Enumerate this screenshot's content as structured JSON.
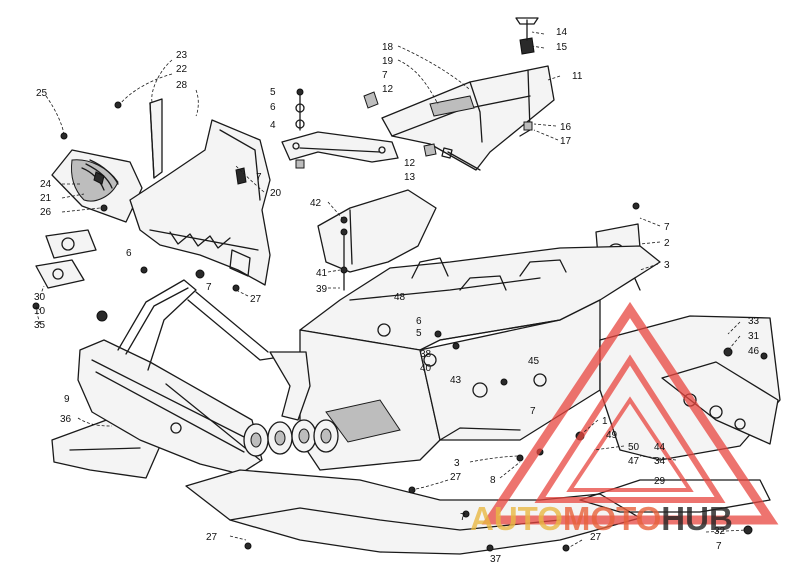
{
  "callouts": [
    {
      "id": "c23",
      "text": "23"
    },
    {
      "id": "c22",
      "text": "22"
    },
    {
      "id": "c28",
      "text": "28"
    },
    {
      "id": "c25",
      "text": "25"
    },
    {
      "id": "c24",
      "text": "24"
    },
    {
      "id": "c21",
      "text": "21"
    },
    {
      "id": "c26",
      "text": "26"
    },
    {
      "id": "c20",
      "text": "20"
    },
    {
      "id": "c18",
      "text": "18"
    },
    {
      "id": "c19",
      "text": "19"
    },
    {
      "id": "c7a",
      "text": "7"
    },
    {
      "id": "c12a",
      "text": "12"
    },
    {
      "id": "c14",
      "text": "14"
    },
    {
      "id": "c15",
      "text": "15"
    },
    {
      "id": "c11",
      "text": "11"
    },
    {
      "id": "c16",
      "text": "16"
    },
    {
      "id": "c17",
      "text": "17"
    },
    {
      "id": "c12b",
      "text": "12"
    },
    {
      "id": "c13",
      "text": "13"
    },
    {
      "id": "c5a",
      "text": "5"
    },
    {
      "id": "c6a",
      "text": "6"
    },
    {
      "id": "c4",
      "text": "4"
    },
    {
      "id": "c7b",
      "text": "7"
    },
    {
      "id": "c42",
      "text": "42"
    },
    {
      "id": "c41",
      "text": "41"
    },
    {
      "id": "c39",
      "text": "39"
    },
    {
      "id": "c7c",
      "text": "7"
    },
    {
      "id": "c2",
      "text": "2"
    },
    {
      "id": "c3a",
      "text": "3"
    },
    {
      "id": "c6b",
      "text": "6"
    },
    {
      "id": "c7d",
      "text": "7"
    },
    {
      "id": "c27a",
      "text": "27"
    },
    {
      "id": "c30",
      "text": "30"
    },
    {
      "id": "c10",
      "text": "10"
    },
    {
      "id": "c35",
      "text": "35"
    },
    {
      "id": "c48",
      "text": "48"
    },
    {
      "id": "c6c",
      "text": "6"
    },
    {
      "id": "c5b",
      "text": "5"
    },
    {
      "id": "c38",
      "text": "38"
    },
    {
      "id": "c40",
      "text": "40"
    },
    {
      "id": "c45",
      "text": "45"
    },
    {
      "id": "c43",
      "text": "43"
    },
    {
      "id": "c7e",
      "text": "7"
    },
    {
      "id": "c33",
      "text": "33"
    },
    {
      "id": "c31",
      "text": "31"
    },
    {
      "id": "c46",
      "text": "46"
    },
    {
      "id": "c9",
      "text": "9"
    },
    {
      "id": "c36",
      "text": "36"
    },
    {
      "id": "c1",
      "text": "1"
    },
    {
      "id": "c49",
      "text": "49"
    },
    {
      "id": "c50",
      "text": "50"
    },
    {
      "id": "c47",
      "text": "47"
    },
    {
      "id": "c44",
      "text": "44"
    },
    {
      "id": "c34",
      "text": "34"
    },
    {
      "id": "c3b",
      "text": "3"
    },
    {
      "id": "c8",
      "text": "8"
    },
    {
      "id": "c27b",
      "text": "27"
    },
    {
      "id": "c29",
      "text": "29"
    },
    {
      "id": "c7f",
      "text": "7"
    },
    {
      "id": "c27c",
      "text": "27"
    },
    {
      "id": "c27d",
      "text": "27"
    },
    {
      "id": "c37",
      "text": "37"
    },
    {
      "id": "c32",
      "text": "32"
    },
    {
      "id": "c7g",
      "text": "7"
    }
  ],
  "watermark": {
    "part1": "AUTO",
    "part2": "MOTO",
    "part3": "HUB",
    "color_auto": "#e9b944",
    "color_moto": "#e8623c",
    "color_hub": "#222222",
    "triangle_color": "#e8463f"
  }
}
